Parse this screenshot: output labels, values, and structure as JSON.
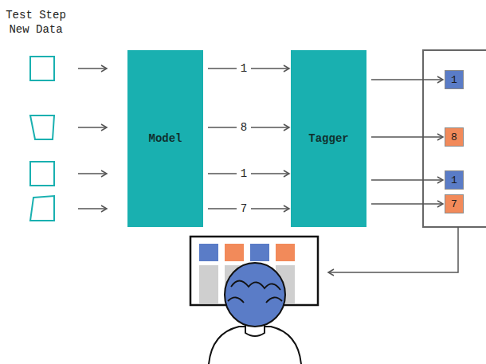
{
  "diagram": {
    "title": "Test Step New Data",
    "nodes": [
      {
        "text": [
          "Model"
        ]
      },
      {
        "text": [
          "Tagger"
        ]
      },
      {
        "text": [
          "1"
        ]
      },
      {
        "text": [
          "8"
        ]
      },
      {
        "text": [
          "1"
        ]
      },
      {
        "text": [
          "7"
        ]
      }
    ],
    "edges": [
      {
        "from": 0,
        "to": 1,
        "label": "1",
        "arrow": "to"
      },
      {
        "from": 0,
        "to": 1,
        "label": "8",
        "arrow": "to"
      },
      {
        "from": 0,
        "to": 1,
        "label": "1",
        "arrow": "to"
      },
      {
        "from": 0,
        "to": 1,
        "label": "7",
        "arrow": "to"
      },
      {
        "from": 1,
        "to": 2,
        "arrow": "to"
      },
      {
        "from": 1,
        "to": 3,
        "arrow": "to"
      },
      {
        "from": 1,
        "to": 4,
        "arrow": "to"
      },
      {
        "from": 1,
        "to": 5,
        "arrow": "to"
      }
    ]
  }
}
